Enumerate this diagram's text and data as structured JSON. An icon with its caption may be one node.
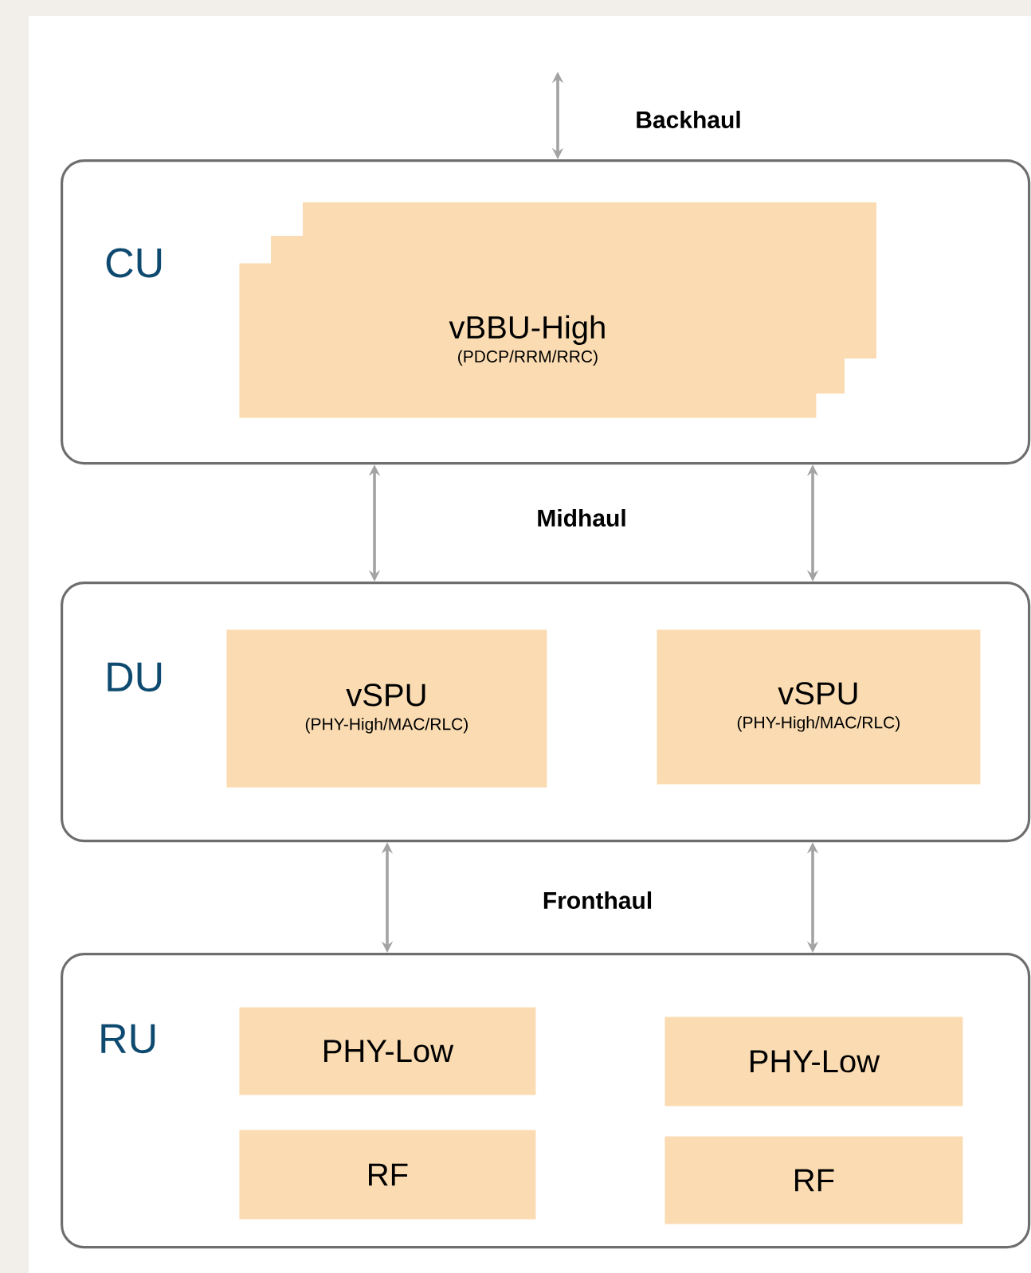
{
  "diagram": {
    "nodes": [
      {
        "text": [
          "CU"
        ]
      },
      {
        "text": [
          "vBBU-High",
          "(PDCP/RRM/RRC)"
        ],
        "in": 0
      },
      {
        "text": [
          "DU"
        ]
      },
      {
        "text": [
          "vSPU",
          "(PHY-High/MAC/RLC)"
        ],
        "in": 2
      },
      {
        "text": [
          "vSPU",
          "(PHY-High/MAC/RLC)"
        ],
        "in": 2
      },
      {
        "text": [
          "RU"
        ]
      },
      {
        "text": [
          "PHY-Low"
        ],
        "in": 5
      },
      {
        "text": [
          "RF"
        ],
        "in": 5
      },
      {
        "text": [
          "PHY-Low"
        ],
        "in": 5
      },
      {
        "text": [
          "RF"
        ],
        "in": 5
      }
    ],
    "edges": [
      {
        "from": null,
        "to": 0,
        "arrow": "both"
      },
      {
        "from": 0,
        "to": 2,
        "arrow": "both"
      },
      {
        "from": 0,
        "to": 2,
        "arrow": "both"
      },
      {
        "from": 2,
        "to": 5,
        "arrow": "both"
      },
      {
        "from": 2,
        "to": 5,
        "arrow": "both"
      }
    ],
    "labels": [
      "Backhaul",
      "Midhaul",
      "Fronthaul"
    ]
  }
}
